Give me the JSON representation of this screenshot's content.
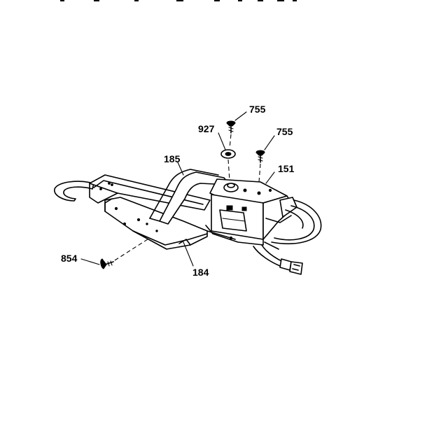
{
  "labels": {
    "screw_top": "755",
    "washer": "927",
    "screw_right": "755",
    "bracket_upper": "185",
    "motor": "151",
    "screw_left": "854",
    "bracket_lower": "184"
  }
}
